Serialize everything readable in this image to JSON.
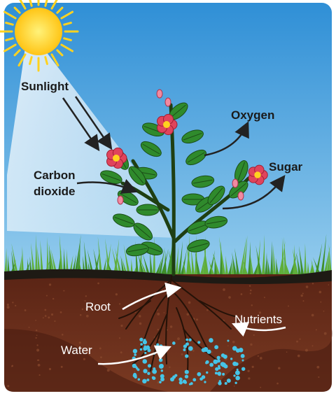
{
  "labels": {
    "sunlight": "Sunlight",
    "oxygen": "Oxygen",
    "sugar": "Sugar",
    "carbon_line1": "Carbon",
    "carbon_line2": "dioxide",
    "root": "Root",
    "nutrients": "Nutrients",
    "water": "Water"
  },
  "colors": {
    "sky_top": "#2f8fd6",
    "sky_bottom": "#a9dcf5",
    "sun": "#ffd21f",
    "grass": "#3f8f2a",
    "leaf": "#2f8a2c",
    "flower": "#e0445c",
    "soil": "#6b2e1c",
    "water_dots": "#46c4e6"
  },
  "icons": [
    "sun-icon",
    "flower-icon",
    "leaf-icon",
    "water-droplets-icon",
    "arrow-icon"
  ]
}
